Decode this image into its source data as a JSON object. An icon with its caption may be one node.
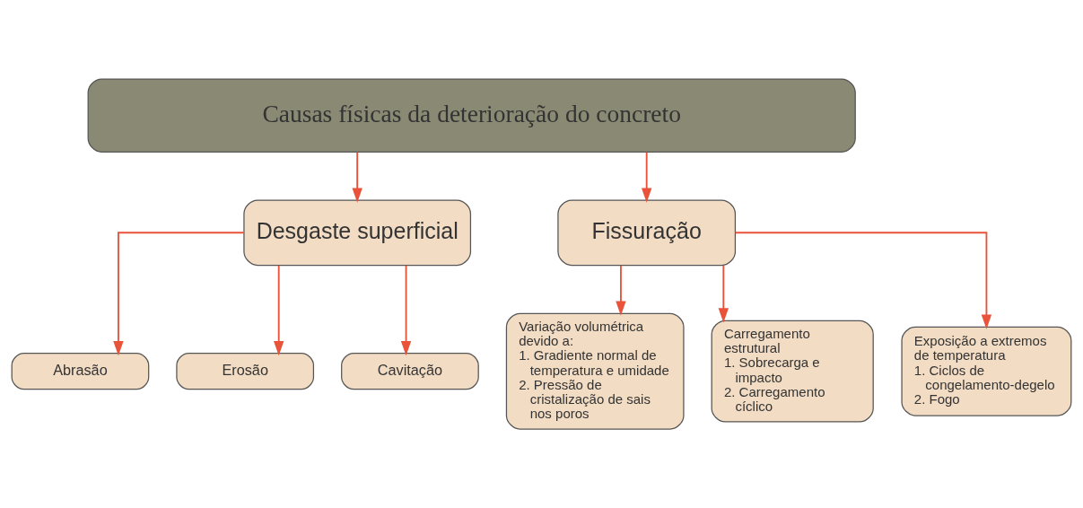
{
  "diagram": {
    "nodes": [
      {
        "text": [
          "Causas físicas da deterioração do concreto"
        ]
      },
      {
        "text": [
          "Desgaste superficial"
        ]
      },
      {
        "text": [
          "Fissuração"
        ]
      },
      {
        "text": [
          "Abrasão"
        ]
      },
      {
        "text": [
          "Erosão"
        ]
      },
      {
        "text": [
          "Cavitação"
        ]
      },
      {
        "text": [
          "Variação volumétrica devido a:",
          "1. Gradiente normal de temperatura e umidade",
          "2. Pressão de cristalização de sais nos poros"
        ]
      },
      {
        "text": [
          "Carregamento estrutural",
          "1. Sobrecarga e impacto",
          "2. Carregamento cíclico"
        ]
      },
      {
        "text": [
          "Exposição a extremos de temperatura",
          "1. Ciclos de congelamento-degelo",
          "2. Fogo"
        ]
      }
    ],
    "edges": [
      {
        "from": 0,
        "to": 1,
        "arrow": "to"
      },
      {
        "from": 0,
        "to": 2,
        "arrow": "to"
      },
      {
        "from": 1,
        "to": 3,
        "arrow": "to"
      },
      {
        "from": 1,
        "to": 4,
        "arrow": "to"
      },
      {
        "from": 1,
        "to": 5,
        "arrow": "to"
      },
      {
        "from": 2,
        "to": 6,
        "arrow": "to"
      },
      {
        "from": 2,
        "to": 7,
        "arrow": "to"
      },
      {
        "from": 2,
        "to": 8,
        "arrow": "to"
      }
    ]
  }
}
